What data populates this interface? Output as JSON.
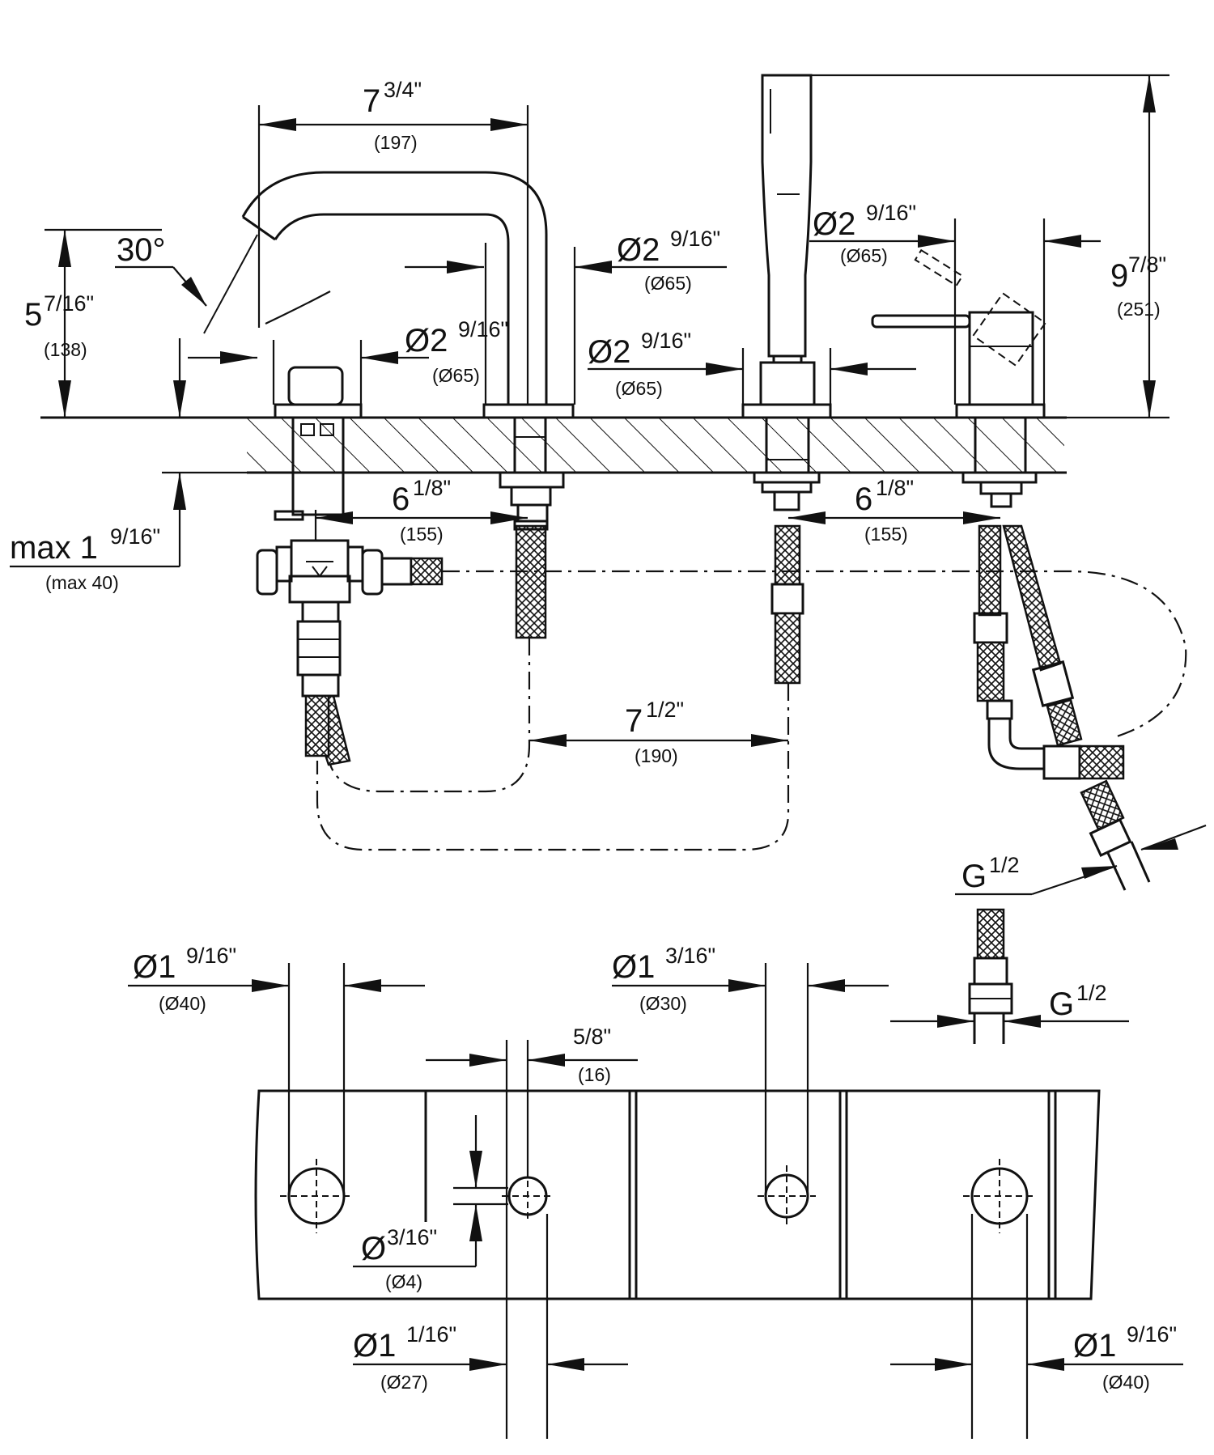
{
  "dimensions": {
    "spout_width": {
      "main": "7",
      "frac": "3/4\"",
      "mm": "(197)"
    },
    "spout_height": {
      "main": "5",
      "frac": "7/16\"",
      "mm": "(138)"
    },
    "angle": {
      "label": "30°"
    },
    "body_dia_left": {
      "main": "Ø2",
      "frac": "9/16\"",
      "mm": "(Ø65)"
    },
    "body_dia_spout": {
      "main": "Ø2",
      "frac": "9/16\"",
      "mm": "(Ø65)"
    },
    "body_dia_hand": {
      "main": "Ø2",
      "frac": "9/16\"",
      "mm": "(Ø65)"
    },
    "body_dia_lever": {
      "main": "Ø2",
      "frac": "9/16\"",
      "mm": "(Ø65)"
    },
    "total_height": {
      "main": "9",
      "frac": "7/8\"",
      "mm": "(251)"
    },
    "deck_max": {
      "main": "max 1",
      "frac": "9/16\"",
      "mm": "(max 40)"
    },
    "spacing_left": {
      "main": "6",
      "frac": "1/8\"",
      "mm": "(155)"
    },
    "spacing_right": {
      "main": "6",
      "frac": "1/8\"",
      "mm": "(155)"
    },
    "spacing_mid": {
      "main": "7",
      "frac": "1/2\"",
      "mm": "(190)"
    },
    "thread_1": {
      "main": "G",
      "frac": "1/2"
    },
    "thread_2": {
      "main": "G",
      "frac": "1/2"
    },
    "hole_left": {
      "main": "Ø1",
      "frac": "9/16\"",
      "mm": "(Ø40)"
    },
    "hole_mid": {
      "main": "Ø1",
      "frac": "3/16\"",
      "mm": "(Ø30)"
    },
    "gap": {
      "main": "",
      "frac": "5/8\"",
      "mm": "(16)"
    },
    "pin": {
      "main": "Ø",
      "frac": "3/16\"",
      "mm": "(Ø4)"
    },
    "hole_small": {
      "main": "Ø1",
      "frac": "1/16\"",
      "mm": "(Ø27)"
    },
    "hole_right": {
      "main": "Ø1",
      "frac": "9/16\"",
      "mm": "(Ø40)"
    }
  }
}
